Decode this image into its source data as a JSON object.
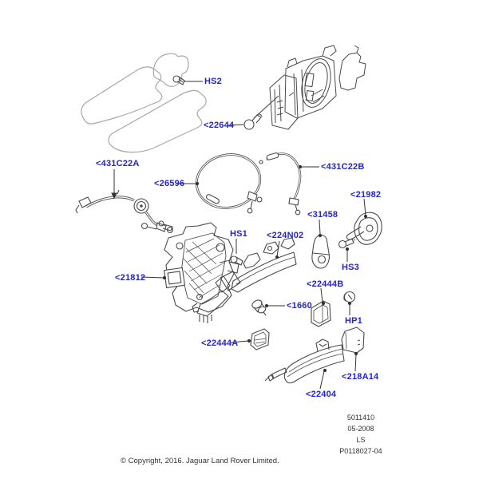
{
  "diagram": {
    "callouts": [
      {
        "id": "HS2",
        "text": "HS2"
      },
      {
        "id": "22644",
        "text": "<22644"
      },
      {
        "id": "431C22A",
        "text": "<431C22A"
      },
      {
        "id": "26596",
        "text": "<26596"
      },
      {
        "id": "431C22B",
        "text": "<431C22B"
      },
      {
        "id": "21982",
        "text": "<21982"
      },
      {
        "id": "31458",
        "text": "<31458"
      },
      {
        "id": "HS1",
        "text": "HS1"
      },
      {
        "id": "224N02",
        "text": "<224N02"
      },
      {
        "id": "HS3",
        "text": "HS3"
      },
      {
        "id": "21812",
        "text": "<21812"
      },
      {
        "id": "22444B",
        "text": "<22444B"
      },
      {
        "id": "1660",
        "text": "<1660"
      },
      {
        "id": "HP1",
        "text": "HP1"
      },
      {
        "id": "22444A",
        "text": "<22444A"
      },
      {
        "id": "218A14",
        "text": "<218A14"
      },
      {
        "id": "22404",
        "text": "<22404"
      }
    ],
    "footer": {
      "lines": [
        "5011410",
        "05-2008",
        "LS",
        "P0118027-04"
      ]
    },
    "copyright": "© Copyright, 2016. Jaguar Land Rover Limited.",
    "colors": {
      "callout": "#2424cc",
      "part_line": "#4a4a4a",
      "outline_light": "#a8a8a8",
      "leader": "#333333",
      "background": "#ffffff"
    }
  }
}
